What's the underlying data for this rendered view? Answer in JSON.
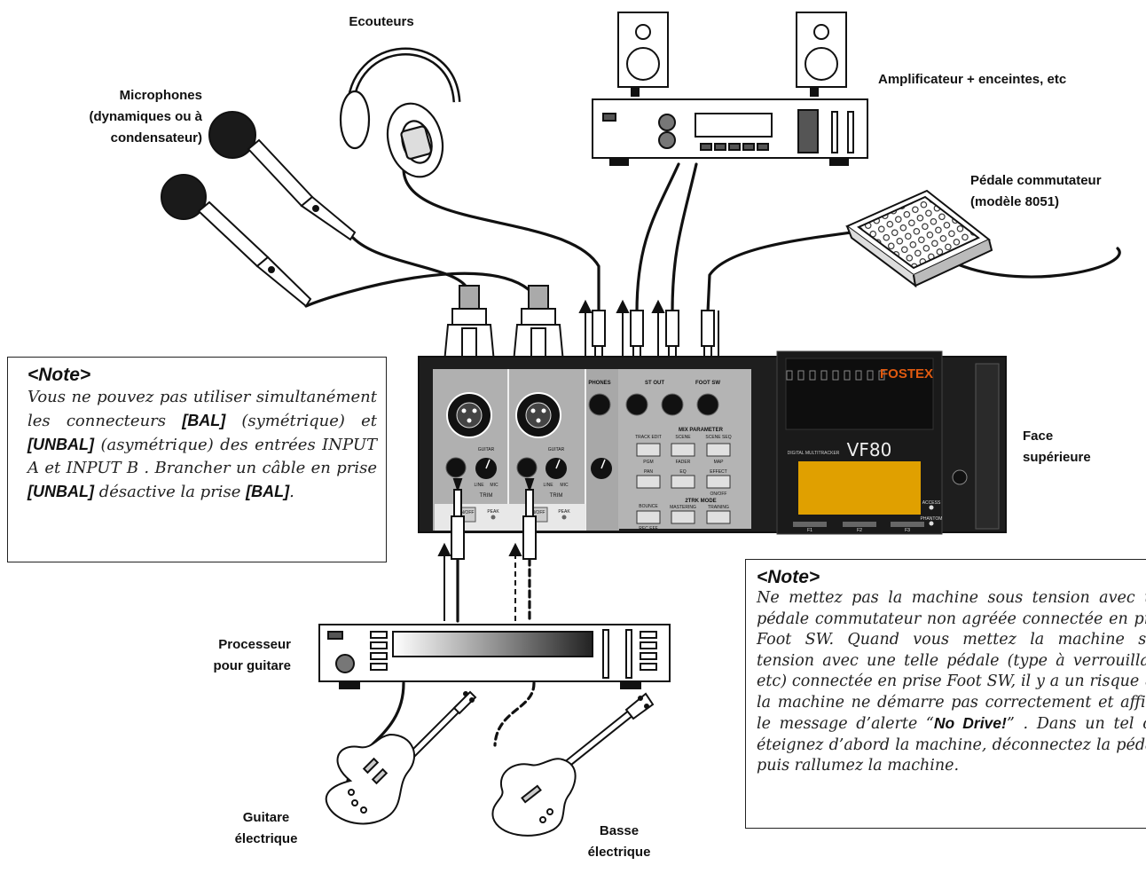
{
  "labels": {
    "headphones": "Ecouteurs",
    "microphones": [
      "Microphones",
      "(dynamiques ou à",
      "condensateur)"
    ],
    "amplifier": "Amplificateur + enceintes, etc",
    "footswitch": [
      "Pédale commutateur",
      "(modèle 8051)"
    ],
    "top_panel": [
      "Face",
      "supérieure"
    ],
    "guitar_processor": [
      "Processeur",
      "pour guitare"
    ],
    "electric_guitar": [
      "Guitare",
      "électrique"
    ],
    "electric_bass": [
      "Basse",
      "électrique"
    ]
  },
  "note1": {
    "heading": "<Note>",
    "t1": "Vous ne pouvez pas utiliser simultanément les connecteurs ",
    "bal": "[BAL]",
    "t2": " (symétrique) et ",
    "unbal": "[UNBAL]",
    "t3": " (asymétrique) des entrées INPUT A et INPUT B . Brancher un câble en prise ",
    "unbal2": "[UNBAL]",
    "t4": " désactive la prise ",
    "bal2": "[BAL]",
    "t5": "."
  },
  "note2": {
    "heading": "<Note>",
    "t1": "Ne mettez pas la machine sous tension avec une pédale commutateur non agréée connectée en prise Foot SW. Quand vous mettez la machine sous tension avec une telle pédale (type à verrouillage, etc) connectée en prise Foot SW, il y a un risque que la machine ne démarre pas correctement et affiche le message d’alerte “",
    "bold": "No Drive!",
    "t2": "” . Dans un tel cas, éteignez d’abord la machine, déconnectez la pédale, puis rallumez la machine."
  },
  "device": {
    "brand": "FOSTEX",
    "model": "VF80",
    "subtitle": "DIGITAL MULTITRACKER",
    "inputs": {
      "trim": "TRIM",
      "guitar": "GUITAR",
      "line": "LINE",
      "mic": "MIC",
      "peak": "PEAK",
      "on_off": "ON/OFF"
    },
    "jacks": {
      "phones": "PHONES",
      "st_out": "ST OUT",
      "foot_sw": "FOOT SW"
    },
    "buttons": {
      "mix_parameter": "MIX PARAMETER",
      "track_edit": "TRACK EDIT",
      "scene": "SCENE",
      "scene_seq": "SCENE SEQ",
      "pgm": "PGM",
      "fader": "FADER",
      "map": "MAP",
      "pan": "PAN",
      "eq": "EQ",
      "effect": "EFFECT",
      "on_off": "ON/OFF",
      "mode_2trk": "2TRK MODE",
      "bounce": "BOUNCE",
      "mastering": "MASTERING",
      "training": "TRAINING",
      "rec_eff": "REC EFF"
    },
    "function_keys": [
      "F1",
      "F2",
      "F3"
    ],
    "indicators": {
      "access": "ACCESS",
      "phantom": "PHANTOM"
    }
  },
  "colors": {
    "lcd": "#E0A000",
    "chassis": "#1E1E1E",
    "panel": "#B0B0B0",
    "brand": "#E05A10"
  }
}
